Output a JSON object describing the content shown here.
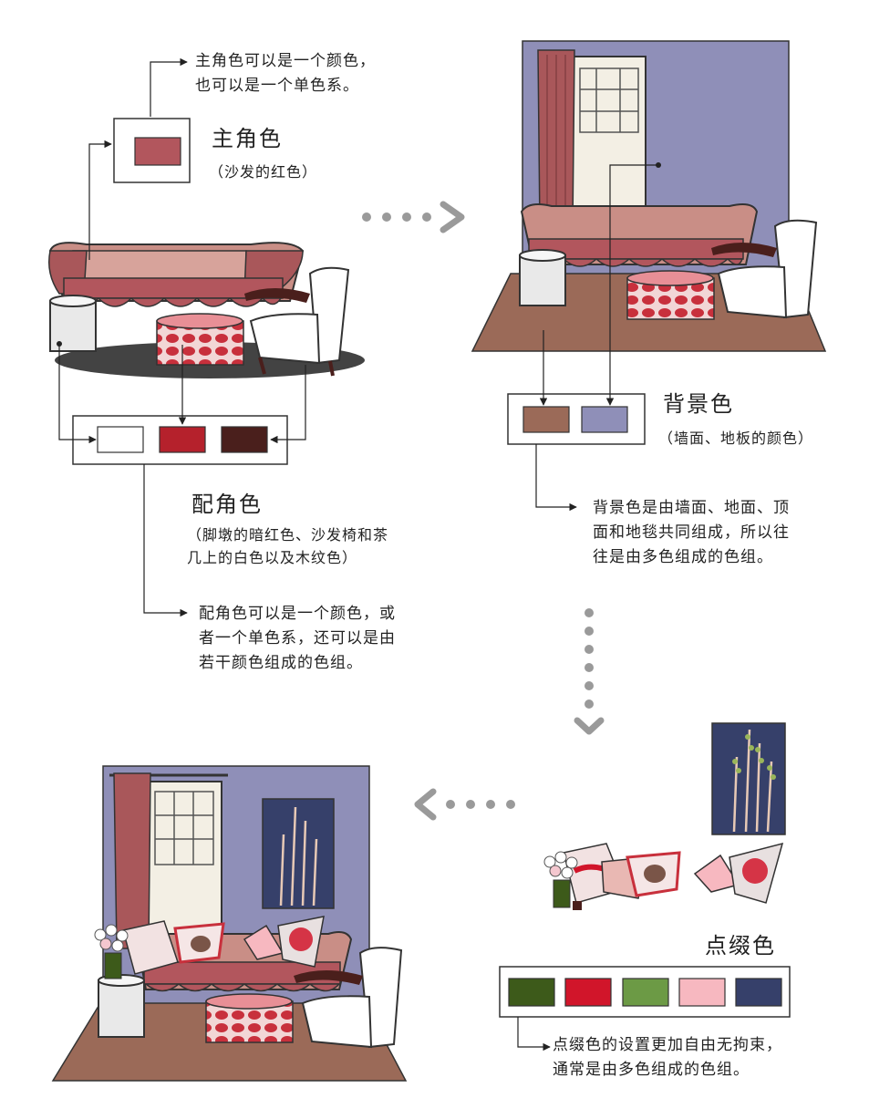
{
  "colors": {
    "primary_swatch": "#b2565d",
    "secondary_white": "#ffffff",
    "secondary_dark_red": "#b5212c",
    "secondary_wood": "#4a1f1c",
    "background_floor": "#9b6a58",
    "background_wall": "#8f8fb8",
    "accent_green_dark": "#3d5a1a",
    "accent_red": "#d1152a",
    "accent_green": "#6c9a45",
    "accent_pink": "#f7b8c0",
    "accent_navy": "#36406a",
    "arrow_gray": "#9a9a9a"
  },
  "primary": {
    "title": "主角色",
    "subtitle": "（沙发的红色）",
    "note": "主角色可以是一个颜色，\n也可以是一个单色系。"
  },
  "secondary": {
    "title": "配角色",
    "subtitle": "（脚墩的暗红色、沙发椅和茶\n几上的白色以及木纹色）",
    "note": "配角色可以是一个颜色，或\n者一个单色系，还可以是由\n若干颜色组成的色组。"
  },
  "background": {
    "title": "背景色",
    "subtitle": "（墙面、地板的颜色）",
    "note": "背景色是由墙面、地面、顶\n面和地毯共同组成，所以往\n往是由多色组成的色组。"
  },
  "accent": {
    "title": "点缀色",
    "note": "点缀色的设置更加自由无拘束，\n通常是由多色组成的色组。"
  },
  "icons": [
    "arrow-right-icon",
    "arrow-down-icon",
    "arrow-left-icon"
  ]
}
